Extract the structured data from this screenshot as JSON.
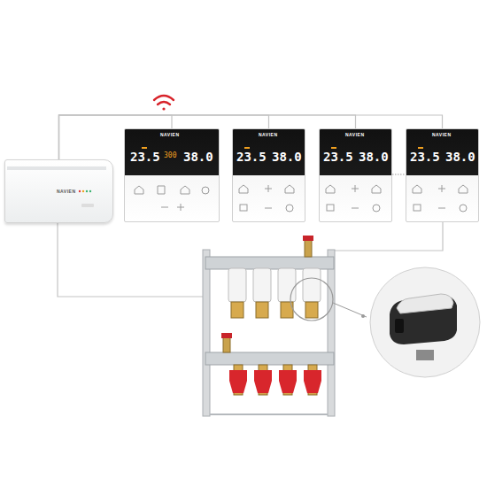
{
  "diagram": {
    "nodes": [
      {
        "text": [
          "NAVIEN"
        ]
      },
      {
        "text": [
          "NAVIEN",
          "23.5",
          "300",
          "38.0"
        ]
      },
      {
        "text": [
          "NAVIEN",
          "23.5",
          "38.0"
        ]
      },
      {
        "text": [
          "NAVIEN",
          "23.5",
          "38.0"
        ]
      },
      {
        "text": [
          "NAVIEN",
          "23.5",
          "38.0"
        ]
      }
    ],
    "edges": [
      {
        "from": 0,
        "to": 1,
        "arrow": "none"
      },
      {
        "from": 0,
        "to": 2,
        "arrow": "none"
      },
      {
        "from": 0,
        "to": 3,
        "arrow": "none"
      },
      {
        "from": 0,
        "to": 4,
        "arrow": "none"
      }
    ]
  }
}
